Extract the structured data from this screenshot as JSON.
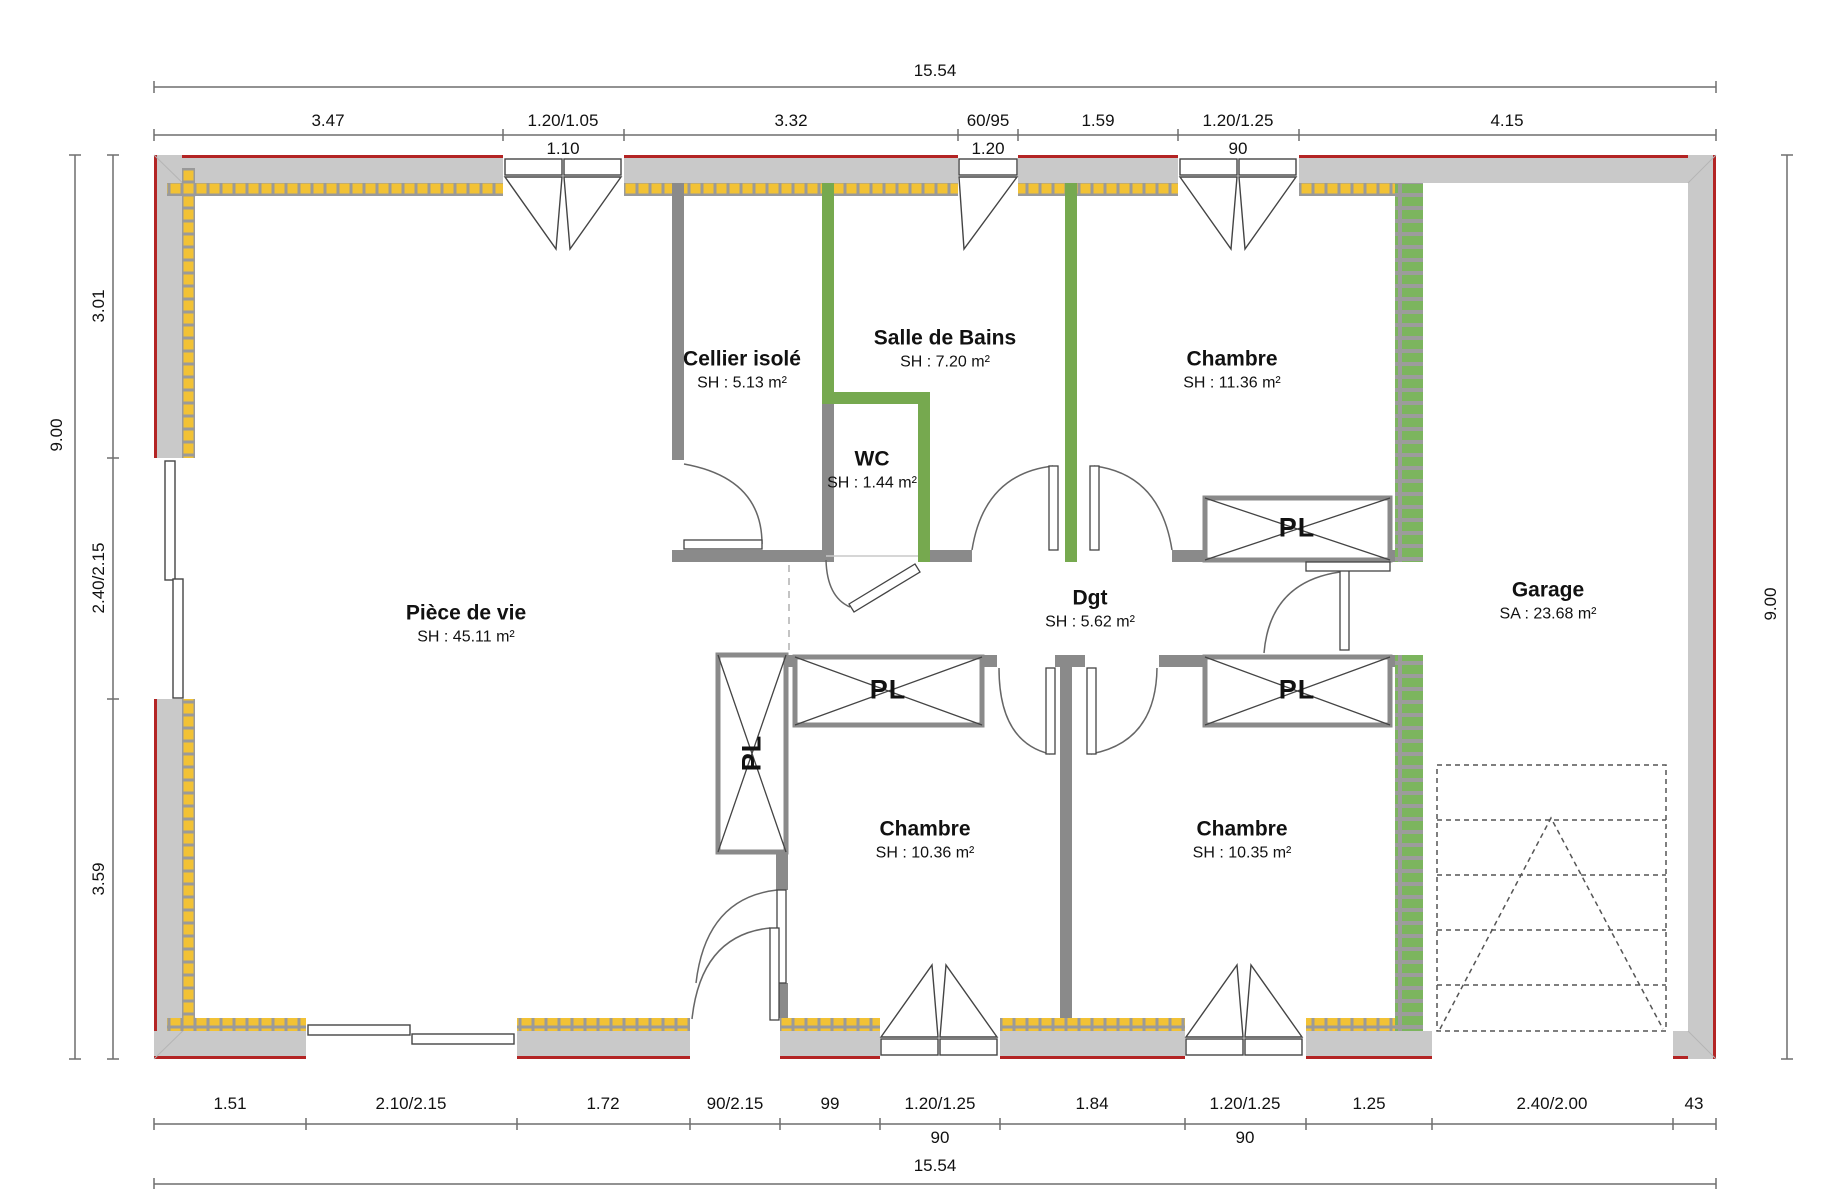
{
  "rooms": [
    {
      "name": "Pièce de vie",
      "area": "SH : 45.11 m²"
    },
    {
      "name": "Cellier isolé",
      "area": "SH : 5.13 m²"
    },
    {
      "name": "Salle de Bains",
      "area": "SH : 7.20 m²"
    },
    {
      "name": "WC",
      "area": "SH : 1.44 m²"
    },
    {
      "name": "Chambre",
      "area": "SH : 11.36 m²"
    },
    {
      "name": "Dgt",
      "area": "SH : 5.62 m²"
    },
    {
      "name": "Garage",
      "area": "SA : 23.68 m²"
    },
    {
      "name": "Chambre",
      "area": "SH : 10.36 m²"
    },
    {
      "name": "Chambre",
      "area": "SH : 10.35 m²"
    }
  ],
  "closet_label": "PL",
  "dims": {
    "top": {
      "total": "15.54",
      "segments": [
        {
          "label": "3.47"
        },
        {
          "label": "1.20/1.05",
          "sub": "1.10"
        },
        {
          "label": "3.32"
        },
        {
          "label": "60/95",
          "sub": "1.20"
        },
        {
          "label": "1.59"
        },
        {
          "label": "1.20/1.25",
          "sub": "90"
        },
        {
          "label": "4.15"
        }
      ]
    },
    "bottom": {
      "total": "15.54",
      "segments": [
        {
          "label": "1.51"
        },
        {
          "label": "2.10/2.15"
        },
        {
          "label": "1.72"
        },
        {
          "label": "90/2.15"
        },
        {
          "label": "99"
        },
        {
          "label": "1.20/1.25",
          "sub": "90"
        },
        {
          "label": "1.84"
        },
        {
          "label": "1.20/1.25",
          "sub": "90"
        },
        {
          "label": "1.25"
        },
        {
          "label": "2.40/2.00"
        },
        {
          "label": "43"
        }
      ]
    },
    "left": {
      "total": "9.00",
      "segments": [
        {
          "label": "3.01"
        },
        {
          "label": "2.40/2.15"
        },
        {
          "label": "3.59"
        }
      ]
    },
    "right": {
      "total": "9.00"
    }
  },
  "colors": {
    "exterior_outline": "#b32424",
    "exterior_fill": "#c9c9c9",
    "partition_gray": "#8a8a8a",
    "insulation_yellow": "#f2c235",
    "green_wall": "#76a94f",
    "green_hatch": "#7cb55e",
    "dim_line": "#6f6f6f"
  }
}
